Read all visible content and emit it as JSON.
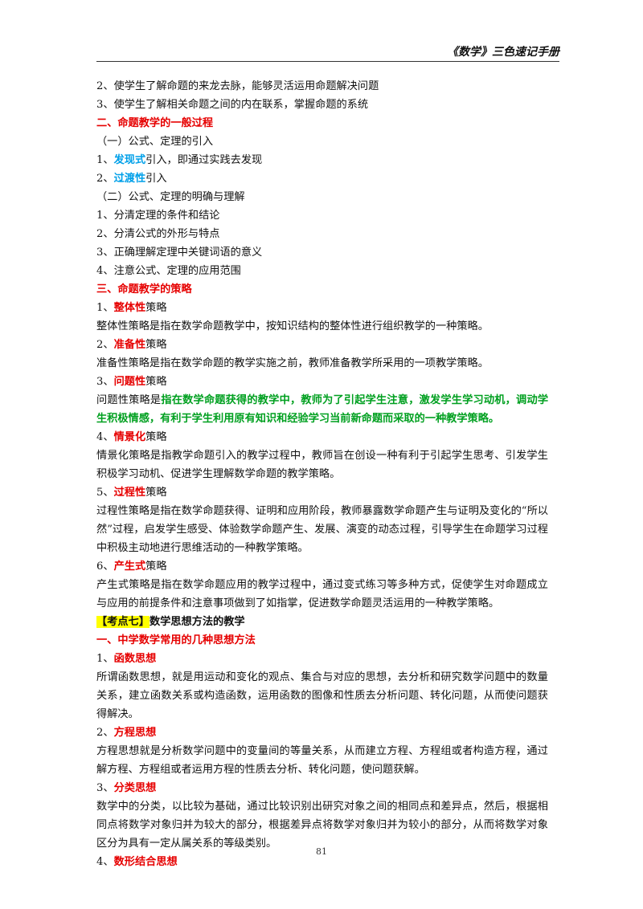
{
  "header": {
    "title": "《数学》三色速记手册"
  },
  "page_number": "81",
  "lines": [
    {
      "id": "l1",
      "text": "2、使学生了解命题的来龙去脉，能够灵活运用命题解决问题"
    },
    {
      "id": "l2",
      "text": "3、使学生了解相关命题之间的内在联系，掌握命题的系统"
    },
    {
      "id": "h2",
      "text": "二、命题教学的一般过程"
    },
    {
      "id": "s1",
      "text": "（一）公式、定理的引入"
    },
    {
      "id": "l3",
      "prefix": "1、",
      "key": "发现式",
      "suffix": "引入，即通过实践去发现"
    },
    {
      "id": "l4",
      "prefix": "2、",
      "key": "过渡性",
      "suffix": "引入"
    },
    {
      "id": "s2",
      "text": "（二）公式、定理的明确与理解"
    },
    {
      "id": "l5",
      "text": "1、分清定理的条件和结论"
    },
    {
      "id": "l6",
      "text": "2、分清公式的外形与特点"
    },
    {
      "id": "l7",
      "text": "3、正确理解定理中关键词语的意义"
    },
    {
      "id": "l8",
      "text": "4、注意公式、定理的应用范围"
    },
    {
      "id": "h3",
      "text": "三、命题教学的策略"
    },
    {
      "id": "st1",
      "prefix": "1、",
      "key": "整体性",
      "suffix": "策略"
    },
    {
      "id": "p1",
      "text": "整体性策略是指在数学命题教学中，按知识结构的整体性进行组织教学的一种策略。"
    },
    {
      "id": "st2",
      "prefix": "2、",
      "key": "准备性",
      "suffix": "策略"
    },
    {
      "id": "p2",
      "text": "准备性策略是指在数学命题的教学实施之前，教师准备教学所采用的一项教学策略。"
    },
    {
      "id": "st3",
      "prefix": "3、",
      "key": "问题性",
      "suffix": "策略"
    },
    {
      "id": "p3",
      "lead": "问题性策略是",
      "green": "指在数学命题获得的教学中，教师为了引起学生注意，激发学生学习动机，调动学生积极情感，有利于学生利用原有知识和经验学习当前新命题而采取的一种教学策略。"
    },
    {
      "id": "st4",
      "prefix": "4、",
      "key": "情景化",
      "suffix": "策略"
    },
    {
      "id": "p4",
      "text": "情景化策略是指教学命题引入的教学过程中，教师旨在创设一种有利于引起学生思考、引发学生积极学习动机、促进学生理解数学命题的教学策略。"
    },
    {
      "id": "st5",
      "prefix": "5、",
      "key": "过程性",
      "suffix": "策略"
    },
    {
      "id": "p5",
      "text": "过程性策略是指在数学命题获得、证明和应用阶段，教师暴露数学命题产生与证明及变化的“所以然”过程，启发学生感受、体验数学命题产生、发展、演变的动态过程，引导学生在命题学习过程中积极主动地进行思维活动的一种教学策略。"
    },
    {
      "id": "st6",
      "prefix": "6、",
      "key": "产生式",
      "suffix": "策略"
    },
    {
      "id": "p6",
      "text": "产生式策略是指在数学命题应用的教学过程中，通过变式练习等多种方式，促使学生对命题成立与应用的前提条件和注意事项做到了如指掌，促进数学命题灵活运用的一种教学策略。"
    },
    {
      "id": "k7",
      "highlight": "【考点七】",
      "text": "数学思想方法的教学"
    },
    {
      "id": "h1b",
      "text": "一、中学数学常用的几种思想方法"
    },
    {
      "id": "m1",
      "prefix": "1、",
      "key": "函数思想"
    },
    {
      "id": "mp1",
      "text": "所谓函数思想，就是用运动和变化的观点、集合与对应的思想，去分析和研究数学问题中的数量关系，建立函数关系或构造函数，运用函数的图像和性质去分析问题、转化问题，从而使问题获得解决。"
    },
    {
      "id": "m2",
      "prefix": "2、",
      "key": "方程思想"
    },
    {
      "id": "mp2",
      "text": "方程思想就是分析数学问题中的变量间的等量关系，从而建立方程、方程组或者构造方程，通过解方程、方程组或者运用方程的性质去分析、转化问题，使问题获解。"
    },
    {
      "id": "m3",
      "prefix": "3、",
      "key": "分类思想"
    },
    {
      "id": "mp3",
      "text": "数学中的分类，以比较为基础，通过比较识别出研究对象之间的相同点和差异点，然后，根据相同点将数学对象归并为较大的部分，根据差异点将数学对象归并为较小的部分，从而将数学对象区分为具有一定从属关系的等级类别。"
    },
    {
      "id": "m4",
      "prefix": "4、",
      "key": "数形结合思想"
    }
  ]
}
